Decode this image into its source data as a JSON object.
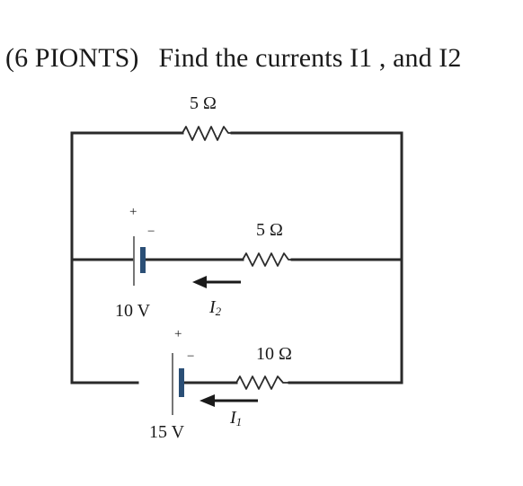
{
  "question": {
    "points": "(6 PIONTS)",
    "text": "Find the currents I1 , and I2"
  },
  "circuit": {
    "top_resistor": {
      "value": "5 Ω"
    },
    "middle_resistor": {
      "value": "5 Ω"
    },
    "bottom_resistor": {
      "value": "10 Ω"
    },
    "battery_10v": {
      "value": "10 V",
      "plus": "+",
      "minus": "−"
    },
    "battery_15v": {
      "value": "15 V",
      "plus": "+",
      "minus": "−"
    },
    "current_i2": {
      "main": "I",
      "sub": "2"
    },
    "current_i1": {
      "main": "I",
      "sub": "1"
    }
  }
}
